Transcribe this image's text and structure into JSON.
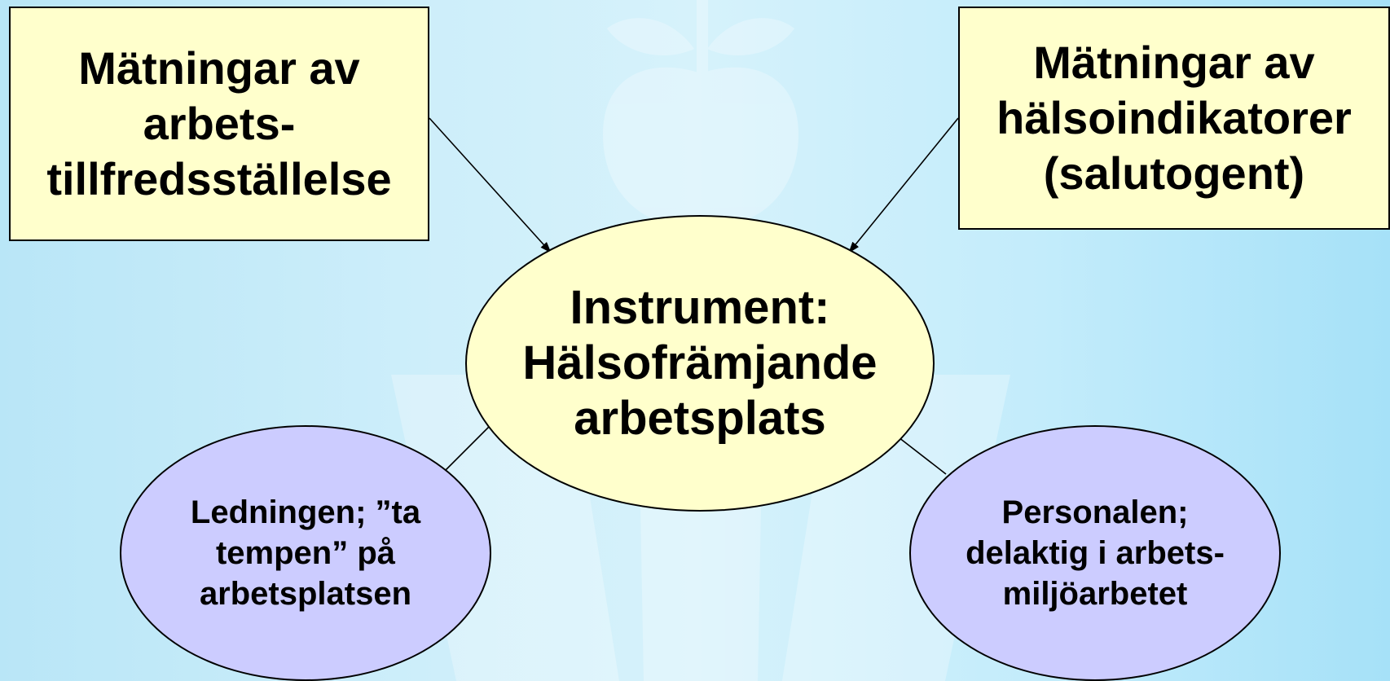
{
  "diagram": {
    "top_left_box": {
      "text": "Mätningar av\narbets-\ntillfredsställelse"
    },
    "top_right_box": {
      "text": "Mätningar av\nhälsoindikatorer\n(salutogent)"
    },
    "center_ellipse": {
      "text": "Instrument:\nHälsofrämjande\narbetsplats"
    },
    "bottom_left_ellipse": {
      "text": "Ledningen; ”ta\ntempen” på\narbetsplatsen"
    },
    "bottom_right_ellipse": {
      "text": "Personalen;\ndelaktig i arbets-\nmiljöarbetet"
    }
  },
  "colors": {
    "box_fill": "#ffffcc",
    "ellipse_fill_blue": "#ccccff",
    "background": "#c8ecfa"
  }
}
